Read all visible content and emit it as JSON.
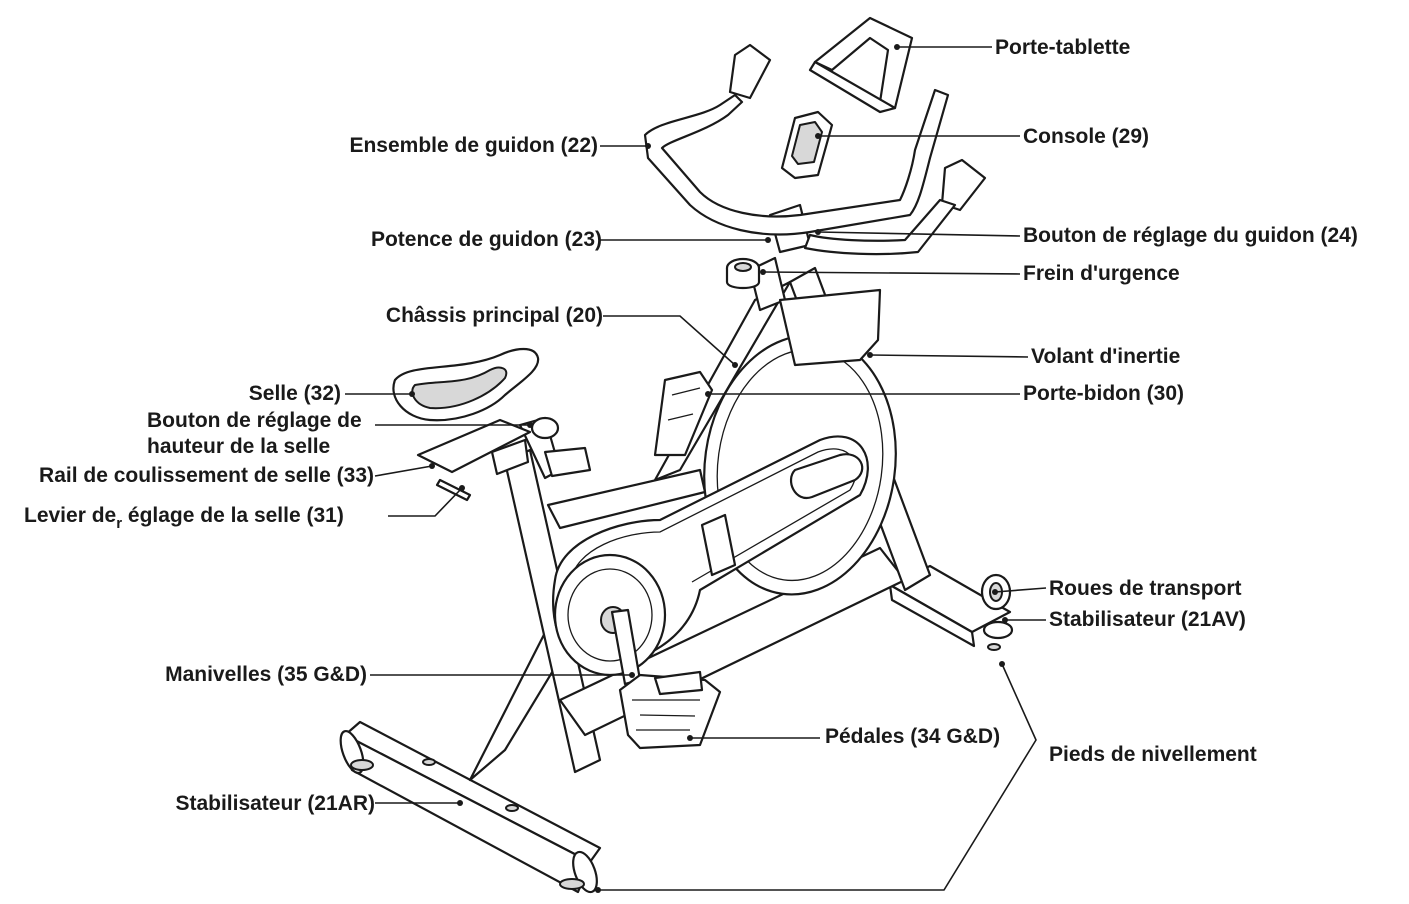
{
  "labels": {
    "porte_tablette": "Porte-tablette",
    "console": "Console (29)",
    "ensemble_guidon": "Ensemble de guidon (22)",
    "bouton_guidon": "Bouton de réglage du guidon (24)",
    "potence": "Potence de guidon (23)",
    "frein": "Frein d'urgence",
    "chassis": "Châssis principal (20)",
    "volant": "Volant d'inertie",
    "selle": "Selle (32)",
    "porte_bidon": "Porte-bidon (30)",
    "bouton_selle_1": "Bouton de réglage de",
    "bouton_selle_2": "hauteur de la selle",
    "rail": "Rail de coulissement de selle (33)",
    "levier_a": "Levier de",
    "levier_sub": "r",
    "levier_b": " églage de la selle (31)",
    "roues": "Roues de transport",
    "stab_av": "Stabilisateur (21AV)",
    "manivelles": "Manivelles (35 G&D)",
    "pedales": "Pédales (34 G&D)",
    "pieds": "Pieds de nivellement",
    "stab_ar": "Stabilisateur (21AR)"
  },
  "colors": {
    "ink": "#1a1a1a",
    "background": "#ffffff",
    "shade": "#d8d8d8"
  }
}
